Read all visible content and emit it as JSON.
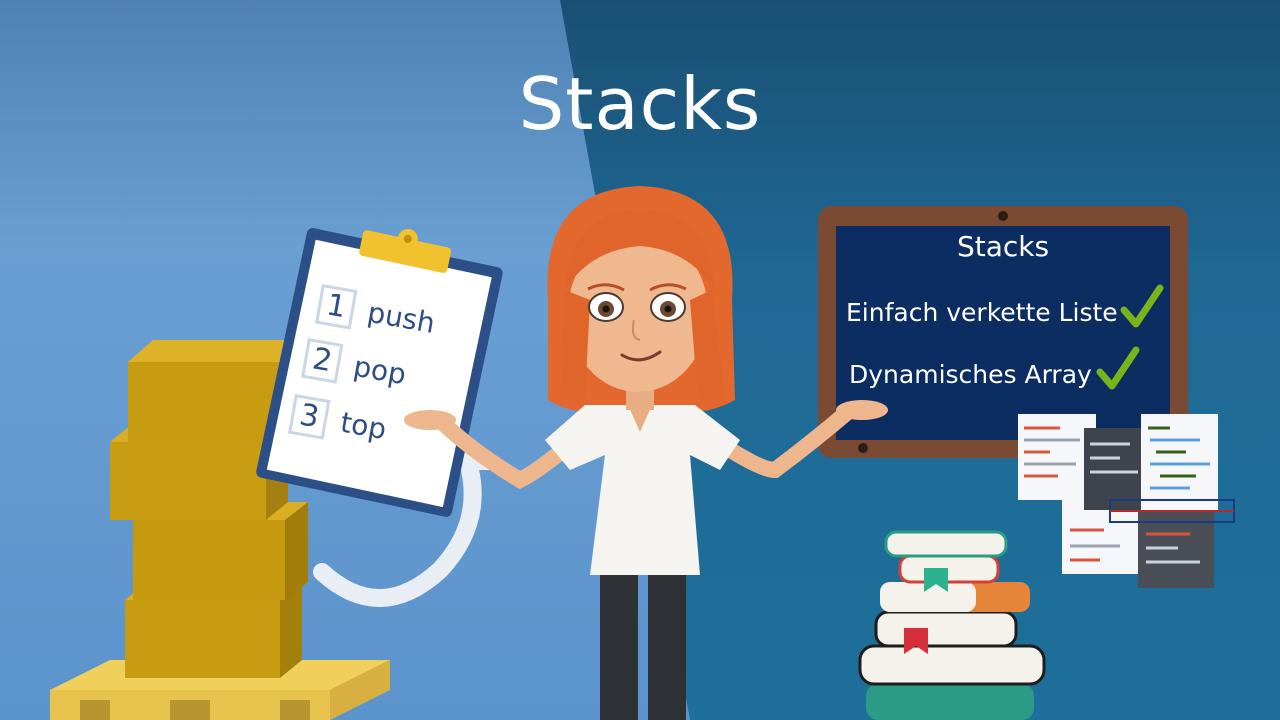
{
  "slide": {
    "title": "Stacks"
  },
  "clipboard": {
    "items": [
      {
        "number": "1",
        "label": "push"
      },
      {
        "number": "2",
        "label": "pop"
      },
      {
        "number": "3",
        "label": "top"
      }
    ]
  },
  "board": {
    "title": "Stacks",
    "lines": [
      {
        "text": "Einfach verkette Liste",
        "check": "check-icon"
      },
      {
        "text": "Dynamisches Array",
        "check": "check-icon"
      }
    ]
  },
  "colors": {
    "background_left": "#5d95cd",
    "background_right": "#1f6e98",
    "board_frame": "#7a4a34",
    "board_surface": "#0d2f63",
    "check": "#7cb518",
    "box": "#c49a0e"
  }
}
